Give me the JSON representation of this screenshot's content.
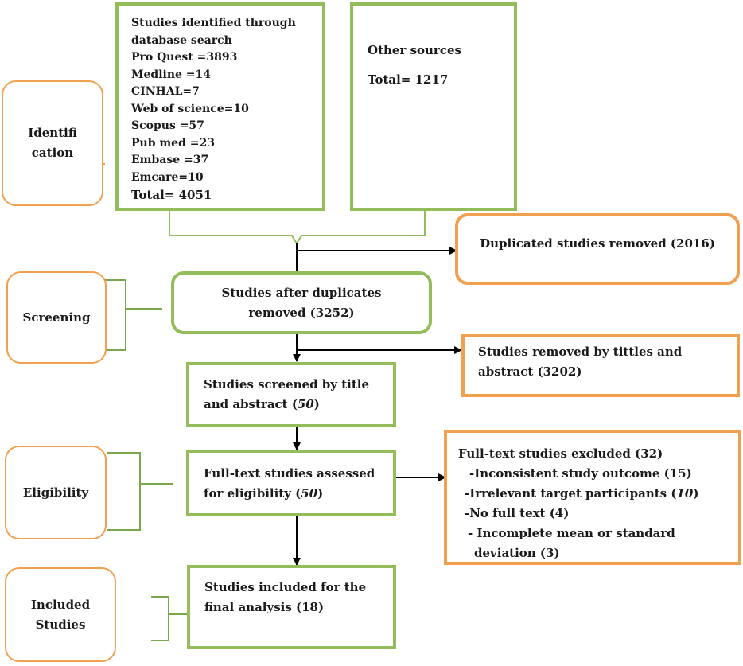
{
  "stages": {
    "identification": "Identifi cation",
    "screening": "Screening",
    "eligibility": "Eligibility",
    "included": "Included Studies"
  },
  "database": {
    "lines": [
      "Studies identified through",
      "database search",
      "Pro Quest =3893",
      "Medline =14",
      "CINHAL=7",
      "Web of science=10",
      "Scopus =57",
      "Pub med =23",
      "Embase =37",
      "Emcare=10",
      "Total= 4051"
    ]
  },
  "other_sources": {
    "title": "Other sources",
    "total": "Total= 1217"
  },
  "duplicates_removed": "Duplicated studies removed (2016)",
  "after_duplicates": "Studies after duplicates removed (3252)",
  "removed_title_abstract": "Studies removed by tittles and abstract (3202)",
  "screened": {
    "text": "Studies screened by title and abstract (",
    "count": "50",
    "close": ")"
  },
  "full_text_assessed": {
    "text": "Full-text studies assessed for eligibility (",
    "count": "50",
    "close": ")"
  },
  "excluded": {
    "title": "Full-text studies excluded (32)",
    "reason1": "-Inconsistent study outcome (15)",
    "reason2_text": "-Irrelevant target participants (",
    "reason2_count": "10",
    "reason2_close": ")",
    "reason3": "-No full text (4)",
    "reason4_line1": "- Incomplete mean or standard",
    "reason4_line2": "deviation (3)"
  },
  "included_final": "Studies included for the final analysis (18)",
  "colors": {
    "green": "#93bd5a",
    "orange": "#f0a04e",
    "arrow": "#000000"
  }
}
